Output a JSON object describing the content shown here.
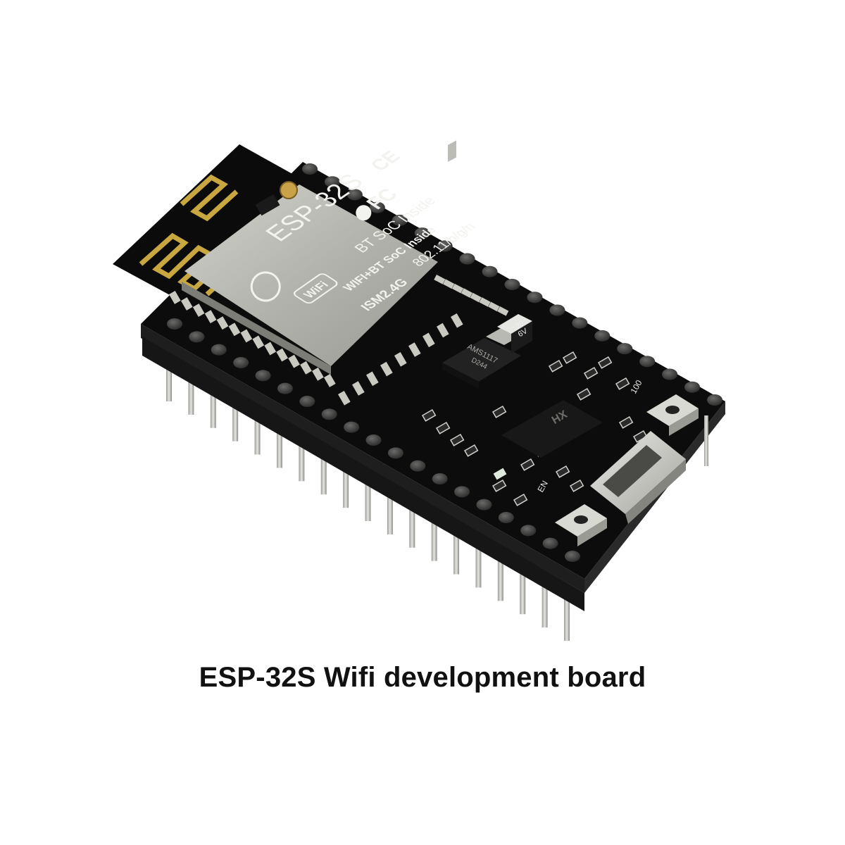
{
  "caption": "ESP-32S Wifi development board",
  "module": {
    "model": "ESP-32S",
    "line1": "BT SoC Inside",
    "line2": "WIFI+BT SoC Inside",
    "line3": "802.11/b/g/n",
    "line4": "ISM2.4G",
    "wifi_badge": "WiFi",
    "fc_mark": "FC",
    "ce_mark": "CE"
  },
  "regulator": {
    "line1": "AMS1117",
    "line2": "D244"
  },
  "capacitor": {
    "line1": "100",
    "line2": "6V"
  },
  "usb_chip": {
    "label": "HX"
  },
  "labels": {
    "en_button": "EN",
    "side_marking": "100"
  },
  "colors": {
    "background": "#ffffff",
    "pcb": "#0c0c0c",
    "shield": "#b8b8b2",
    "pins": "#c9c9c6",
    "header": "#1a1a1a",
    "caption": "#111111"
  }
}
